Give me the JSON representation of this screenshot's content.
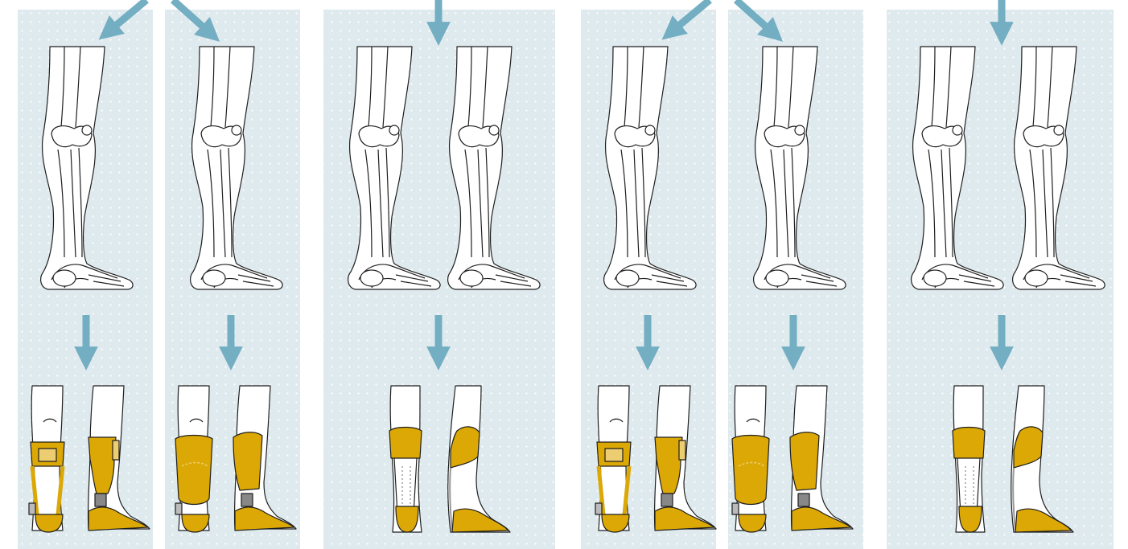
{
  "title": "",
  "colors": {
    "panel_bg": "#dfeaee",
    "panel_dot": "#ffffff",
    "arrow": "#73aec2",
    "orthosis": "#dca805",
    "orthosis_strap": "#edcd72",
    "bone_line": "#1f1f1f",
    "skin": "#ffffff"
  },
  "diagram": {
    "columns": [
      {
        "id": "col-1",
        "group": "hinged-ankle",
        "orthosis": "hinged-short-calf",
        "top_arrow": "down-left"
      },
      {
        "id": "col-2",
        "group": "hinged-ankle",
        "orthosis": "hinged-full-calf",
        "top_arrow": "down-right"
      },
      {
        "id": "col-3",
        "group": "solid-ankle",
        "orthosis": "solid-ankle-foot",
        "top_arrow": "down"
      },
      {
        "id": "col-4",
        "group": "hinged-ankle",
        "orthosis": "hinged-short-calf",
        "top_arrow": "down-left"
      },
      {
        "id": "col-5",
        "group": "hinged-ankle",
        "orthosis": "hinged-full-calf",
        "top_arrow": "down-right"
      },
      {
        "id": "col-6",
        "group": "solid-ankle",
        "orthosis": "solid-ankle-foot",
        "top_arrow": "down"
      }
    ],
    "row_labels": [],
    "icons": [
      "leg-skeleton-icon",
      "orthosis-icon",
      "arrow-icon"
    ]
  }
}
